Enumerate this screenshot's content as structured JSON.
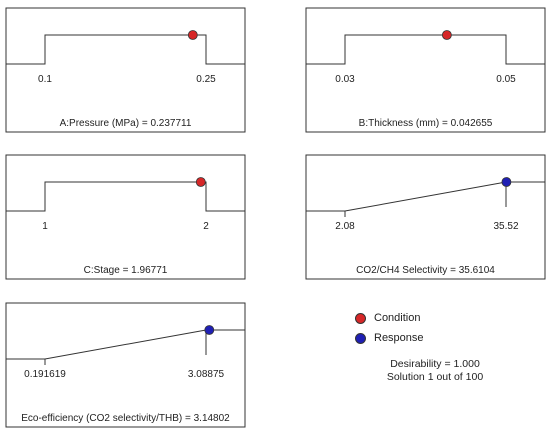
{
  "colors": {
    "condition": "#d62728",
    "response": "#1f1fb4",
    "frame": "#333333",
    "curve": "#333333"
  },
  "legend": {
    "condition_label": "Condition",
    "response_label": "Response",
    "desirability": "Desirability = 1.000",
    "solution": "Solution 1 out of 100"
  },
  "chart_data": [
    {
      "type": "line",
      "title": "A:Pressure (MPa) = 0.237711",
      "kind": "condition",
      "shape": "range",
      "low": 0.1,
      "high": 0.25,
      "value": 0.237711,
      "tick_labels": [
        "0.1",
        "0.25"
      ]
    },
    {
      "type": "line",
      "title": "B:Thickness (mm) = 0.042655",
      "kind": "condition",
      "shape": "range",
      "low": 0.03,
      "high": 0.05,
      "value": 0.042655,
      "tick_labels": [
        "0.03",
        "0.05"
      ]
    },
    {
      "type": "line",
      "title": "C:Stage = 1.96771",
      "kind": "condition",
      "shape": "range",
      "low": 1,
      "high": 2,
      "value": 1.96771,
      "tick_labels": [
        "1",
        "2"
      ]
    },
    {
      "type": "line",
      "title": "CO2/CH4  Selectivity = 35.6104",
      "kind": "response",
      "shape": "maximize",
      "low": 2.08,
      "high": 35.52,
      "value": 35.6104,
      "tick_labels": [
        "2.08",
        "35.52"
      ]
    },
    {
      "type": "line",
      "title": "Eco-efficiency (CO2 selectivity/THB) = 3.14802",
      "kind": "response",
      "shape": "maximize",
      "low": 0.191619,
      "high": 3.08875,
      "value": 3.14802,
      "tick_labels": [
        "0.191619",
        "3.08875"
      ]
    }
  ]
}
